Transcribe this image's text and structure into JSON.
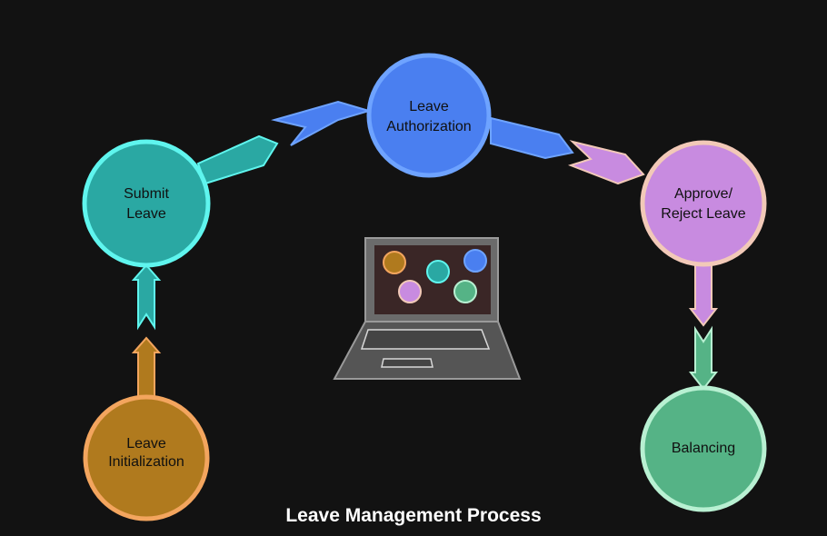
{
  "caption": "Leave Management Process",
  "nodes": {
    "initialization": {
      "line1": "Leave",
      "line2": "Initialization",
      "fill": "#b07a1e",
      "stroke": "#f3a55e"
    },
    "submit": {
      "line1": "Submit",
      "line2": "Leave",
      "fill": "#2aa8a3",
      "stroke": "#5ff5ee"
    },
    "authorization": {
      "line1": "Leave",
      "line2": "Authorization",
      "fill": "#4a7ff0",
      "stroke": "#6ea3ff"
    },
    "approve": {
      "line1": "Approve/",
      "line2": "Reject Leave",
      "fill": "#c88be0",
      "stroke": "#f2c9b8"
    },
    "balancing": {
      "line1": "Balancing",
      "fill": "#55b386",
      "stroke": "#b8f0d2"
    }
  },
  "icons": {
    "center": "laptop-icon"
  }
}
